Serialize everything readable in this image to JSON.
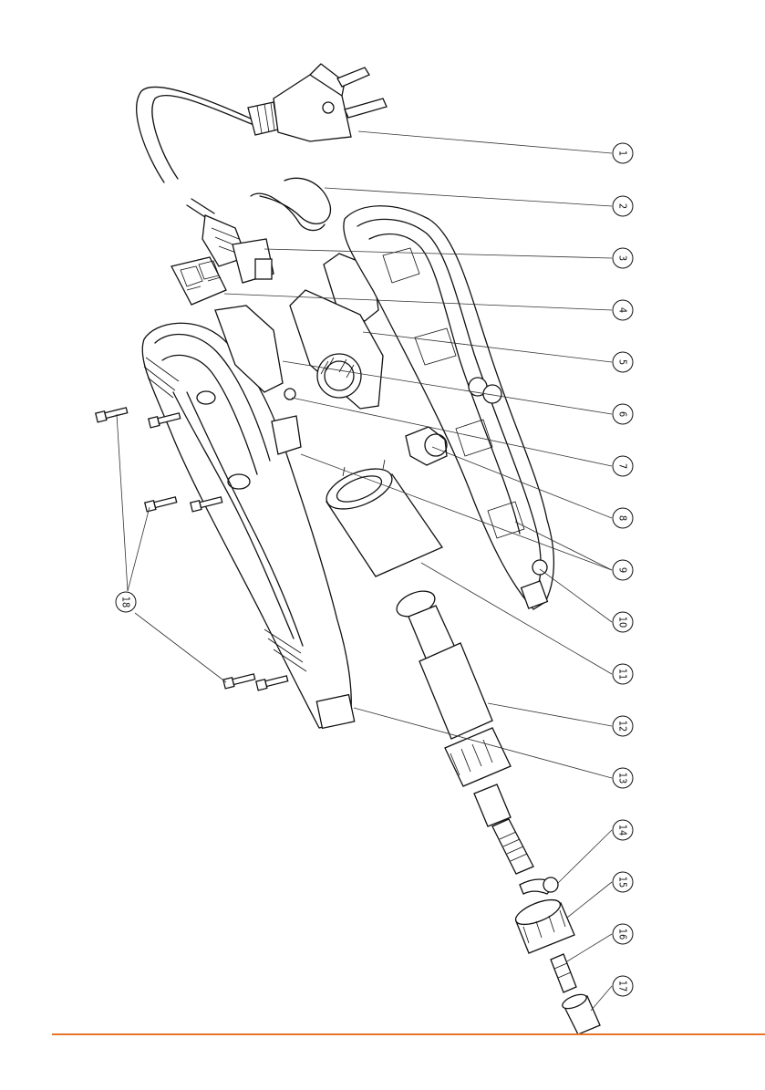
{
  "diagram": {
    "title": "",
    "callouts": [
      {
        "id": "c1",
        "label": "1"
      },
      {
        "id": "c2",
        "label": "2"
      },
      {
        "id": "c3",
        "label": "3"
      },
      {
        "id": "c4",
        "label": "4"
      },
      {
        "id": "c5",
        "label": "5"
      },
      {
        "id": "c6",
        "label": "6"
      },
      {
        "id": "c7",
        "label": "7"
      },
      {
        "id": "c8",
        "label": "8"
      },
      {
        "id": "c9",
        "label": "9"
      },
      {
        "id": "c10",
        "label": "10"
      },
      {
        "id": "c11",
        "label": "11"
      },
      {
        "id": "c12",
        "label": "12"
      },
      {
        "id": "c13",
        "label": "13"
      },
      {
        "id": "c14",
        "label": "14"
      },
      {
        "id": "c15",
        "label": "15"
      },
      {
        "id": "c16",
        "label": "16"
      },
      {
        "id": "c17",
        "label": "17"
      },
      {
        "id": "c18",
        "label": "18"
      }
    ]
  },
  "colors": {
    "line": "#111111",
    "accent_rule": "#e8742c"
  }
}
